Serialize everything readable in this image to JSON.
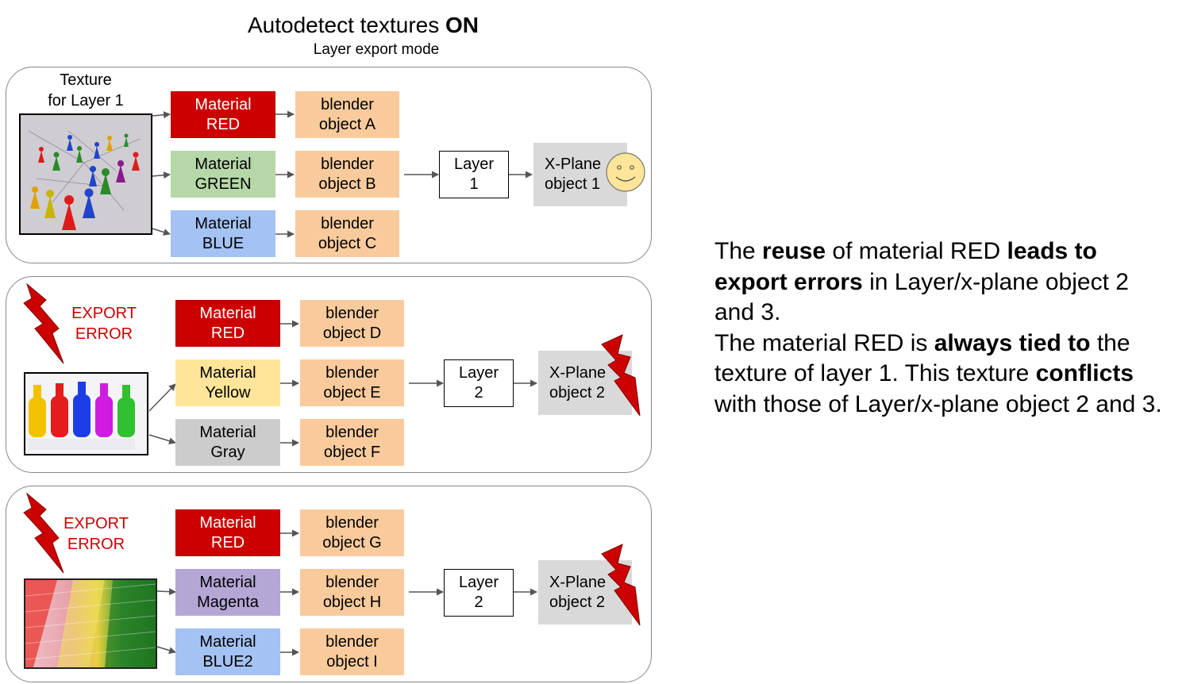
{
  "header": {
    "title_prefix": "Autodetect textures ",
    "title_bold": "ON",
    "subtitle": "Layer export mode"
  },
  "panel1": {
    "texture_label_line1": "Texture",
    "texture_label_line2": "for Layer 1",
    "materials": [
      {
        "line1": "Material",
        "line2": "RED"
      },
      {
        "line1": "Material",
        "line2": "GREEN"
      },
      {
        "line1": "Material",
        "line2": "BLUE"
      }
    ],
    "objects": [
      {
        "line1": "blender",
        "line2": "object A"
      },
      {
        "line1": "blender",
        "line2": "object B"
      },
      {
        "line1": "blender",
        "line2": "object C"
      }
    ],
    "layer": {
      "line1": "Layer",
      "line2": "1"
    },
    "xplane": {
      "line1": "X-Plane",
      "line2": "object 1"
    }
  },
  "panel2": {
    "error_line1": "EXPORT",
    "error_line2": "ERROR",
    "materials": [
      {
        "line1": "Material",
        "line2": "RED"
      },
      {
        "line1": "Material",
        "line2": "Yellow"
      },
      {
        "line1": "Material",
        "line2": "Gray"
      }
    ],
    "objects": [
      {
        "line1": "blender",
        "line2": "object D"
      },
      {
        "line1": "blender",
        "line2": "object E"
      },
      {
        "line1": "blender",
        "line2": "object F"
      }
    ],
    "layer": {
      "line1": "Layer",
      "line2": "2"
    },
    "xplane": {
      "line1": "X-Plane",
      "line2": "object 2"
    }
  },
  "panel3": {
    "error_line1": "EXPORT",
    "error_line2": "ERROR",
    "materials": [
      {
        "line1": "Material",
        "line2": "RED"
      },
      {
        "line1": "Material",
        "line2": "Magenta"
      },
      {
        "line1": "Material",
        "line2": "BLUE2"
      }
    ],
    "objects": [
      {
        "line1": "blender",
        "line2": "object G"
      },
      {
        "line1": "blender",
        "line2": "object H"
      },
      {
        "line1": "blender",
        "line2": "object I"
      }
    ],
    "layer": {
      "line1": "Layer",
      "line2": "2"
    },
    "xplane": {
      "line1": "X-Plane",
      "line2": "object 2"
    }
  },
  "description": {
    "p1": [
      "The ",
      "reuse",
      " of material RED ",
      "leads to export errors",
      " in Layer/x-plane object 2 and 3."
    ],
    "p2": [
      "The material RED is ",
      "always tied to",
      " the texture of layer 1. This texture ",
      "conflicts",
      " with those of Layer/x-plane object 2 and 3."
    ]
  },
  "colors": {
    "red": "#cc0000",
    "green": "#b6d7a8",
    "blue": "#a4c2f4",
    "yellow": "#ffe599",
    "gray": "#cccccc",
    "magenta": "#b4a7d6",
    "object": "#f9cb9c",
    "xplane": "#d9d9d9"
  }
}
